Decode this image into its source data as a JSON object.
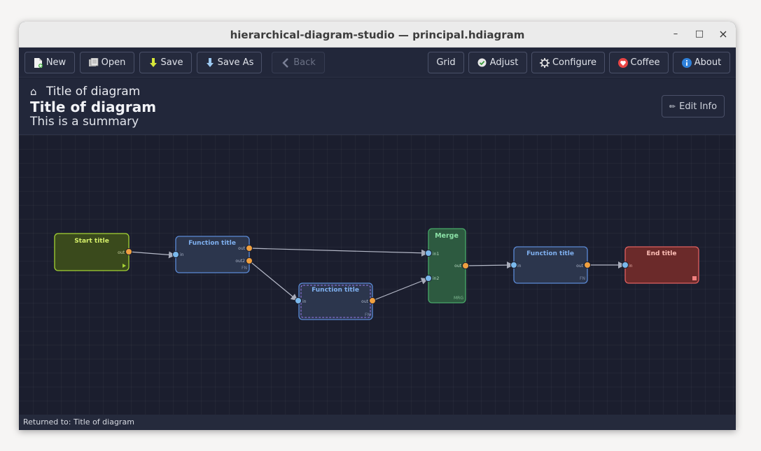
{
  "window": {
    "title": "hierarchical-diagram-studio — principal.hdiagram",
    "minimize_glyph": "–",
    "maximize_glyph": "□",
    "close_glyph": "×"
  },
  "toolbar": {
    "new_label": "New",
    "open_label": "Open",
    "save_label": "Save",
    "save_as_label": "Save As",
    "back_label": "Back",
    "grid_label": "Grid",
    "adjust_label": "Adjust",
    "configure_label": "Configure",
    "coffee_label": "Coffee",
    "about_label": "About",
    "icons": {
      "new": "new-file-icon",
      "open": "open-folder-icon",
      "save": "save-arrow-icon",
      "save_as": "save-as-arrow-icon",
      "back": "chevron-left-icon",
      "adjust": "check-circle-icon",
      "configure": "gear-icon",
      "coffee": "heart-icon",
      "about": "info-icon"
    }
  },
  "info": {
    "breadcrumb": "Title of diagram",
    "title": "Title of diagram",
    "summary": "This is a summary",
    "edit_label": "Edit Info",
    "edit_icon": "pencil-icon"
  },
  "diagram": {
    "nodes": {
      "start": {
        "title": "Start title",
        "port_out": "out"
      },
      "func1": {
        "title": "Function title",
        "port_in": "in",
        "port_out": "out",
        "port_out2": "out2",
        "tag": "FN"
      },
      "func2": {
        "title": "Function title",
        "port_in": "in",
        "port_out": "out",
        "tag": "FN"
      },
      "merge": {
        "title": "Merge",
        "port_in1": "in1",
        "port_in2": "in2",
        "port_out": "out",
        "tag": "MRG"
      },
      "func3": {
        "title": "Function title",
        "port_in": "in",
        "port_out": "out",
        "tag": "FN"
      },
      "end": {
        "title": "End title",
        "port_in": "in"
      }
    },
    "colors": {
      "start_fill": "#3a4a1c",
      "start_stroke": "#a4d233",
      "start_text": "#d5ef6a",
      "fn_fill": "#2c364d",
      "fn_stroke": "#5b8ad6",
      "fn_text": "#7fb0f0",
      "merge_fill": "#2d5a40",
      "merge_stroke": "#47a868",
      "merge_text": "#8be0a6",
      "end_fill": "#6b2a2a",
      "end_stroke": "#e06060",
      "end_text": "#ffc0b8",
      "port_out": "#f0a040",
      "port_in": "#7ab8ec",
      "edge": "#b5b9c8"
    }
  },
  "status": {
    "text": "Returned to: Title of diagram"
  }
}
